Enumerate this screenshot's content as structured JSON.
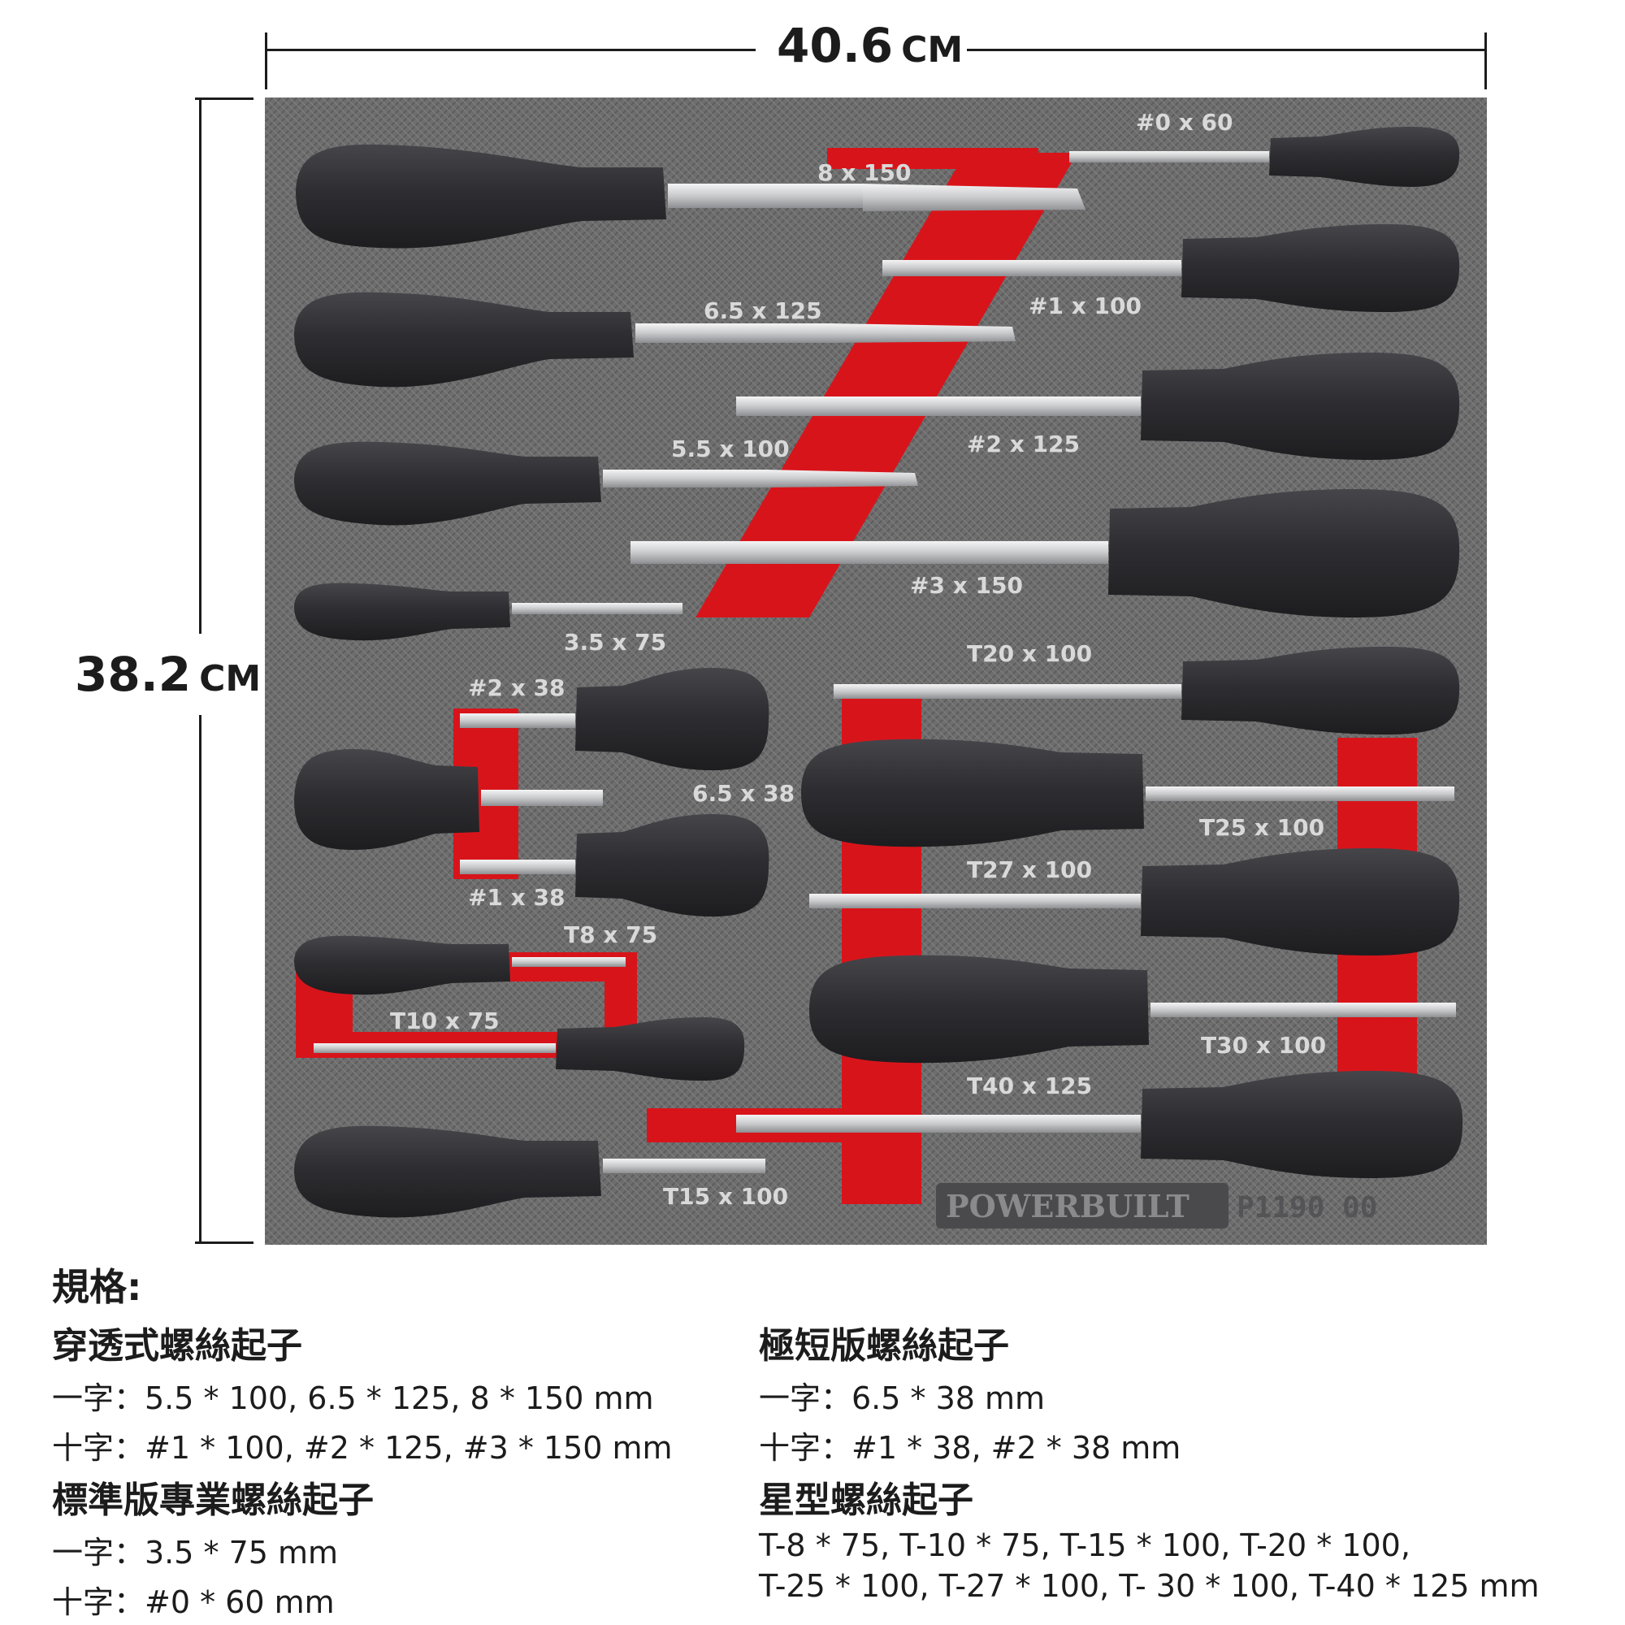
{
  "dimensions": {
    "width_label": "40.6",
    "width_unit": "CM",
    "height_label": "38.2",
    "height_unit": "CM"
  },
  "brand": "POWERBUILT",
  "tray_code": "P1190 00",
  "colors": {
    "tray": "#6e6e6e",
    "accent_red": "#d8141b",
    "handle": "#2f2f33",
    "steel": "#d9dadc"
  },
  "tools": [
    {
      "type": "slot",
      "label": "8 x 150"
    },
    {
      "type": "phillips",
      "label": "#0 x 60"
    },
    {
      "type": "phillips",
      "label": "#1 x 100"
    },
    {
      "type": "slot",
      "label": "6.5 x 125"
    },
    {
      "type": "phillips",
      "label": "#2 x 125"
    },
    {
      "type": "slot",
      "label": "5.5 x 100"
    },
    {
      "type": "phillips",
      "label": "#3 x 150"
    },
    {
      "type": "slot",
      "label": "3.5 x 75"
    },
    {
      "type": "torx",
      "label": "T20 x 100"
    },
    {
      "type": "phillips",
      "label": "#2 x 38"
    },
    {
      "type": "slot",
      "label": "6.5 x 38"
    },
    {
      "type": "torx",
      "label": "T25 x 100"
    },
    {
      "type": "phillips",
      "label": "#1 x 38"
    },
    {
      "type": "torx",
      "label": "T27 x 100"
    },
    {
      "type": "torx",
      "label": "T8 x 75"
    },
    {
      "type": "torx",
      "label": "T10 x 75"
    },
    {
      "type": "torx",
      "label": "T30 x 100"
    },
    {
      "type": "torx",
      "label": "T40 x 125"
    },
    {
      "type": "torx",
      "label": "T15 x 100"
    }
  ],
  "specs": {
    "heading": "規格:",
    "groups": [
      {
        "title": "穿透式螺絲起子",
        "lines": [
          "一字：5.5 * 100, 6.5 * 125, 8 * 150 mm",
          "十字：#1 * 100, #2 * 125, #3 * 150 mm"
        ]
      },
      {
        "title": "極短版螺絲起子",
        "lines": [
          "一字：6.5 * 38 mm",
          "十字：#1 * 38, #2 * 38 mm"
        ]
      },
      {
        "title": "標準版專業螺絲起子",
        "lines": [
          "一字：3.5 * 75 mm",
          "十字：#0 * 60 mm"
        ]
      },
      {
        "title": "星型螺絲起子",
        "lines": [
          "T-8 * 75, T-10 * 75, T-15 * 100, T-20 * 100,",
          "T-25 * 100, T-27 * 100, T- 30 * 100, T-40 * 125 mm"
        ]
      }
    ]
  }
}
